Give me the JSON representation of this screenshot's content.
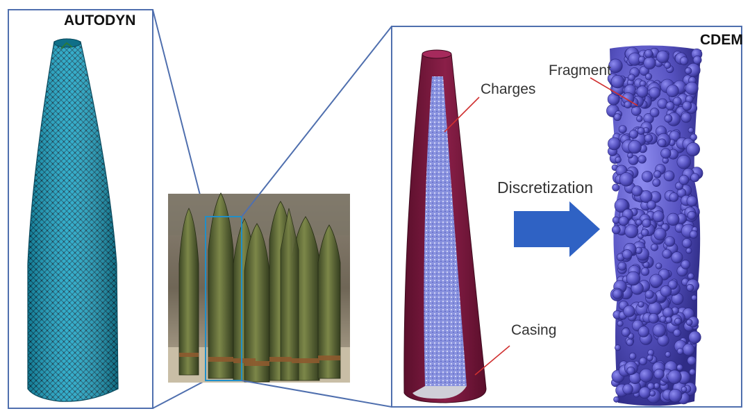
{
  "labels": {
    "autodyn": "AUTODYN",
    "cdem": "CDEM",
    "charges": "Charges",
    "casing": "Casing",
    "fragment": "Fragment",
    "discretization": "Discretization"
  },
  "colors": {
    "frame": "#4f6fae",
    "mesh": "#1aa0bf",
    "casing": "#7b1a3f",
    "charges": "#7e88d6",
    "fragments": "#5450b8",
    "arrow": "#2f62c4",
    "leader": "#d03030"
  },
  "icons": [
    "shell-mesh-model",
    "artillery-shells-photo",
    "sectioned-shell-model",
    "fragment-cloud-model",
    "right-arrow-icon"
  ]
}
